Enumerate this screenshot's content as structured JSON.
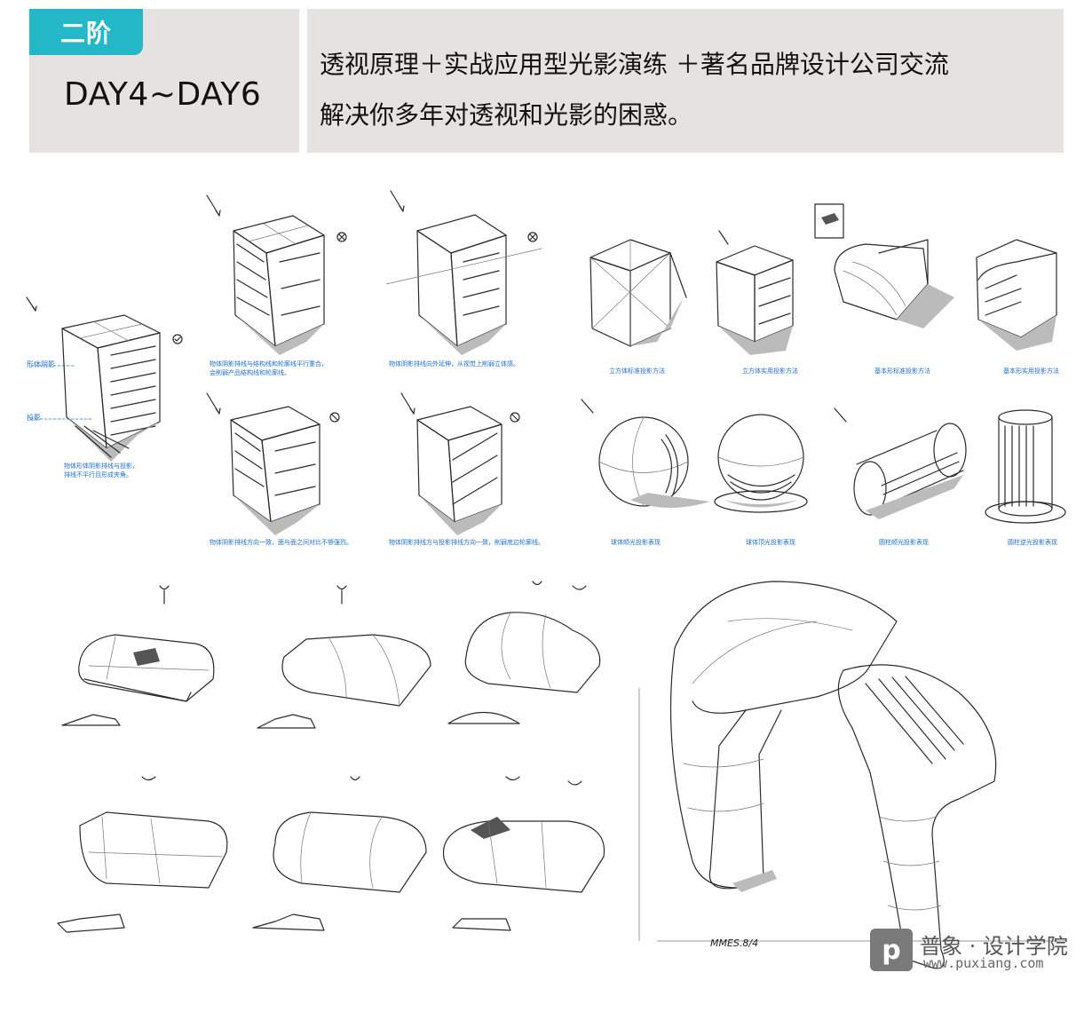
{
  "header": {
    "tag": "二阶",
    "days": "DAY4~DAY6",
    "line1": "透视原理＋实战应用型光影演练  ＋著名品牌设计公司交流",
    "line2": "解决你多年对透视和光影的困惑。"
  },
  "side_labels": {
    "shadow_form": "形体阴影",
    "projection": "投影"
  },
  "captions": {
    "c1": "物体形体阴影排线与投影，",
    "c1b": "排线不平行且形成夹角。",
    "c2": "物体阴影排线与结构线和轮廓线平行重合，",
    "c2b": "会削弱产品结构线和轮廓线。",
    "c3": "物体阴影排线向外延伸，从视觉上削弱立体感。",
    "c4": "物体阴影排线方向一致，面与面之间对比不够强烈。",
    "c5": "物体阴影排线方与投影排线方向一致，削弱底边轮廓线。",
    "c6": "立方体标准投影方法",
    "c7": "立方体实用投影方法",
    "c8": "基本形标准投影方法",
    "c9": "基本形实用投影方法",
    "c10": "球体顺光投影表现",
    "c11": "球体顶光投影表现",
    "c12": "圆柱顺光投影表现",
    "c13": "圆柱逆光投影表现"
  },
  "watermark": {
    "logo_letter": "p",
    "brand": "普象 · 设计学院",
    "url": "www.puxiang.com",
    "signature": "MMES.8/4"
  },
  "colors": {
    "accent": "#23b7c7",
    "panel": "#e5e2e1",
    "caption_blue": "#1d6fd0"
  }
}
